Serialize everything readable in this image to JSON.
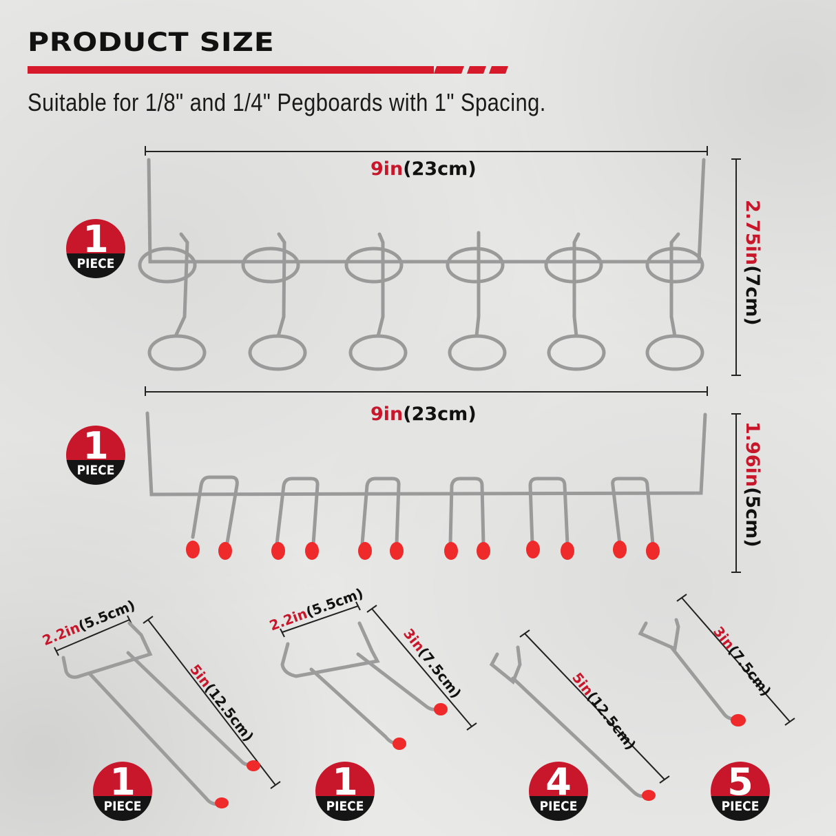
{
  "header": {
    "title": "PRODUCT SIZE",
    "subtitle": "Suitable for 1/8\" and 1/4\" Pegboards with 1\" Spacing."
  },
  "colors": {
    "accent_red": "#d6192b",
    "dim_red": "#c8162a",
    "badge_dark": "#151515",
    "background": "#e9e9e8",
    "cap_red": "#ee2a2a"
  },
  "products": [
    {
      "name": "screwdriver-ring-rack",
      "quantity": "1",
      "unit": "PIECE",
      "width": {
        "inch": "9in",
        "cm": "(23cm)"
      },
      "height": {
        "inch": "2.75in",
        "cm": "(7cm)"
      }
    },
    {
      "name": "double-prong-rack",
      "quantity": "1",
      "unit": "PIECE",
      "width": {
        "inch": "9in",
        "cm": "(23cm)"
      },
      "height": {
        "inch": "1.96in",
        "cm": "(5cm)"
      }
    },
    {
      "name": "double-hook-5in",
      "quantity": "1",
      "unit": "PIECE",
      "width": {
        "inch": "2.2in",
        "cm": "(5.5cm)"
      },
      "length": {
        "inch": "5in",
        "cm": "(12.5cm)"
      }
    },
    {
      "name": "double-hook-3in",
      "quantity": "1",
      "unit": "PIECE",
      "width": {
        "inch": "2.2in",
        "cm": "(5.5cm)"
      },
      "length": {
        "inch": "3in",
        "cm": "(7.5cm)"
      }
    },
    {
      "name": "single-hook-5in",
      "quantity": "4",
      "unit": "PIECE",
      "length": {
        "inch": "5in",
        "cm": "(12.5cm)"
      }
    },
    {
      "name": "single-hook-3in",
      "quantity": "5",
      "unit": "PIECE",
      "length": {
        "inch": "3in",
        "cm": "(7.5cm)"
      }
    }
  ]
}
